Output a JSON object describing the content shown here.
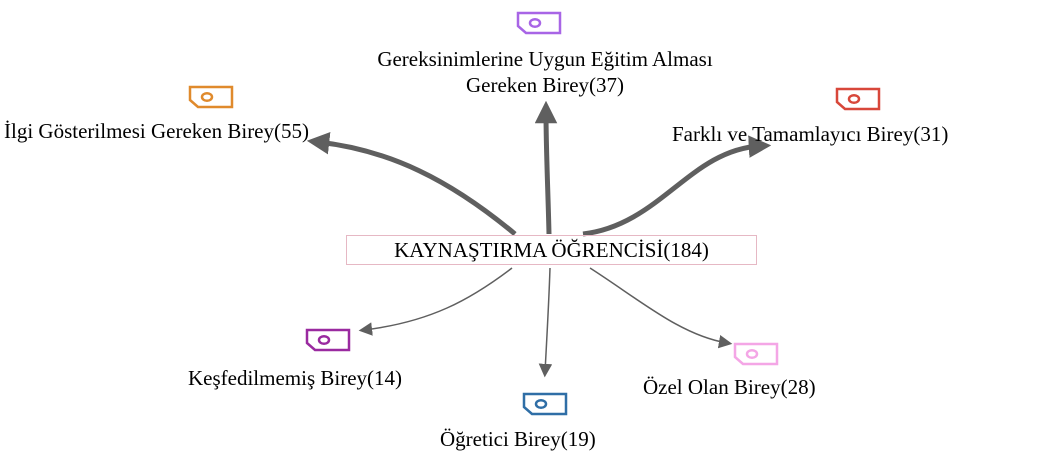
{
  "diagram": {
    "center": {
      "label": "KAYNAŞTIRMA ÖĞRENCİSİ(184)"
    },
    "nodes": [
      {
        "id": "ilgi",
        "lines": [
          "İlgi Gösterilmesi Gereken  Birey(55)"
        ],
        "color": "#e08a2c",
        "icon": "tag-icon",
        "emphasis": "thick"
      },
      {
        "id": "gereksinim",
        "lines": [
          "Gereksinimlerine Uygun Eğitim Alması",
          "Gereken  Birey(37)"
        ],
        "color": "#a865e6",
        "icon": "tag-icon",
        "emphasis": "thick"
      },
      {
        "id": "farkli",
        "lines": [
          "Farklı ve Tamamlayıcı Birey(31)"
        ],
        "color": "#d8473a",
        "icon": "tag-icon",
        "emphasis": "thick"
      },
      {
        "id": "kesfedilmemis",
        "lines": [
          "Keşfedilmemiş Birey(14)"
        ],
        "color": "#9a2aa0",
        "icon": "tag-icon",
        "emphasis": "thin"
      },
      {
        "id": "ogretici",
        "lines": [
          "Öğretici  Birey(19)"
        ],
        "color": "#2f6ea6",
        "icon": "tag-icon",
        "emphasis": "thin"
      },
      {
        "id": "ozel",
        "lines": [
          "Özel Olan Birey(28)"
        ],
        "color": "#f4a6e6",
        "icon": "tag-icon",
        "emphasis": "thin"
      }
    ],
    "edge_color": "#5f5f5f"
  }
}
